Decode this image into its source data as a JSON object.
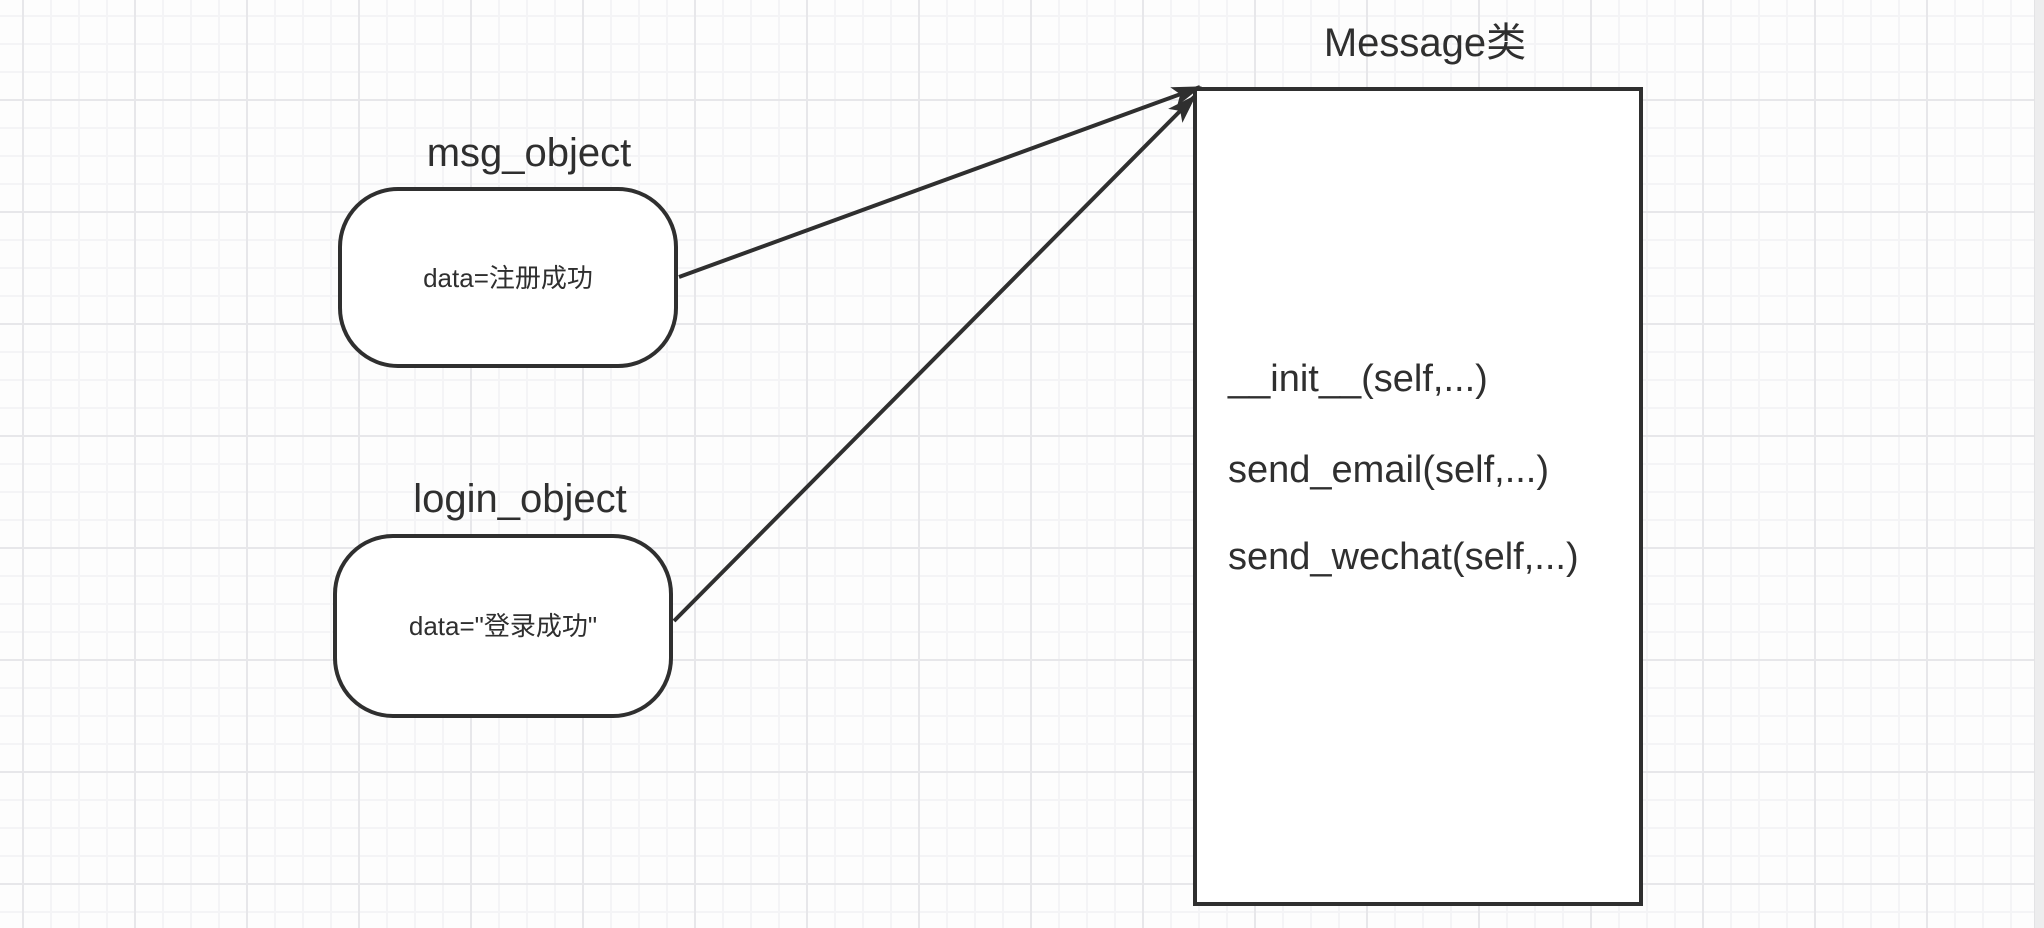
{
  "colors": {
    "stroke": "#2f2f2f",
    "text": "#2f2f2f",
    "node_fill": "#ffffff",
    "canvas_background": "#fdfdfd",
    "grid_minor": "#f4f4f6",
    "grid_major": "#e7e7ea"
  },
  "nodes": {
    "msg_object": {
      "label": "msg_object",
      "content": "data=注册成功"
    },
    "login_object": {
      "label": "login_object",
      "content": "data=\"登录成功\""
    },
    "message_class": {
      "title": "Message类",
      "methods": [
        "__init__(self,...)",
        "send_email(self,...)",
        "send_wechat(self,...)"
      ]
    }
  },
  "connectors": [
    {
      "from": "msg_object",
      "to": "message_class"
    },
    {
      "from": "login_object",
      "to": "message_class"
    }
  ]
}
